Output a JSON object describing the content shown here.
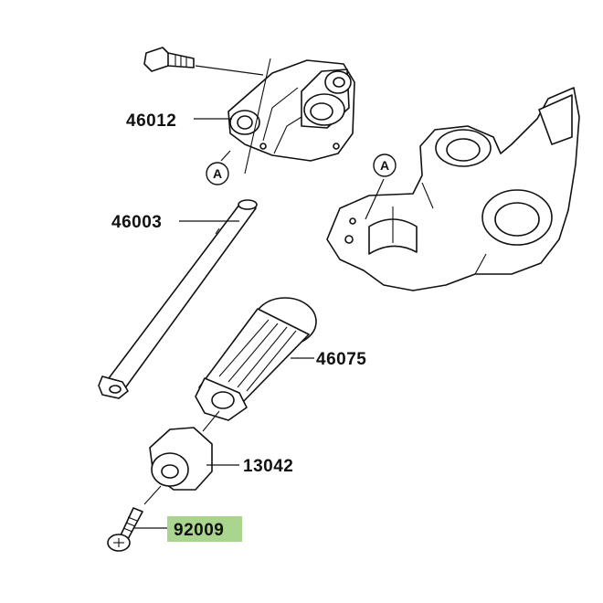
{
  "diagram": {
    "highlight_color": "#a9d58f",
    "parts": [
      {
        "number": "46012",
        "name": "bracket"
      },
      {
        "number": "46003",
        "name": "handlebar-tube"
      },
      {
        "number": "46075",
        "name": "grip"
      },
      {
        "number": "13042",
        "name": "bar-end-weight"
      },
      {
        "number": "92009",
        "name": "screw",
        "highlighted": true
      }
    ],
    "reference_marks": [
      "A",
      "A"
    ]
  }
}
